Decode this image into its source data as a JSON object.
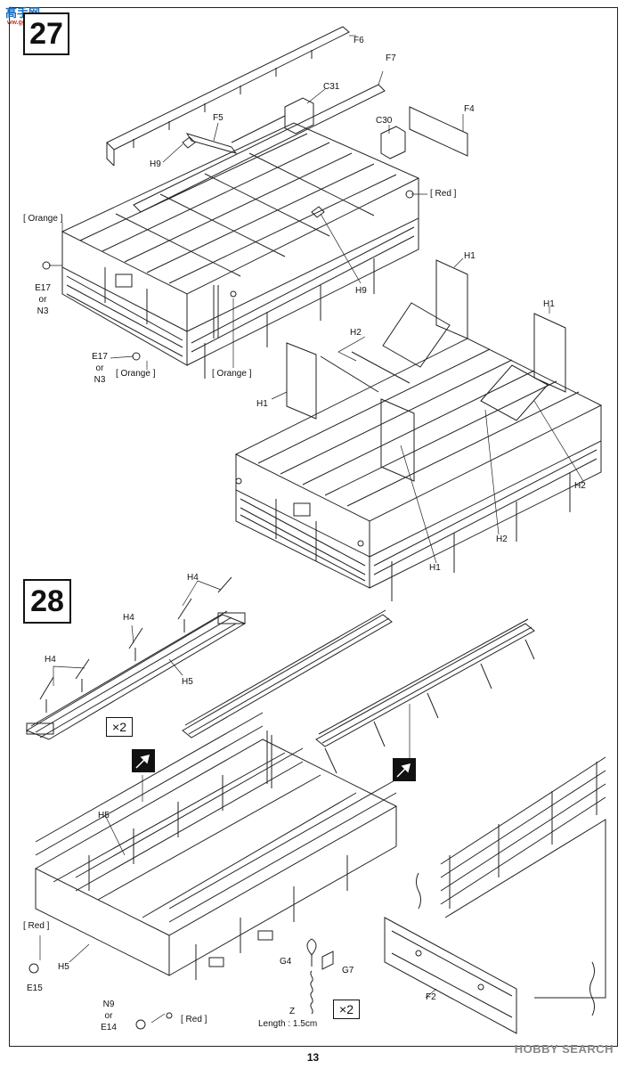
{
  "page": {
    "number": "13"
  },
  "logo": {
    "main": "高手网",
    "sub": "ww.ggshou.com"
  },
  "watermark": "HOBBY SEARCH",
  "step27": {
    "number": "27",
    "labels": {
      "f6": "F6",
      "f7": "F7",
      "c31": "C31",
      "f4": "F4",
      "f5": "F5",
      "c30": "C30",
      "h9_top": "H9",
      "red": "[ Red ]",
      "orange_top": "[ Orange ]",
      "e17_a": "E17",
      "or_a": "or",
      "n3_a": "N3",
      "e17_b": "E17",
      "or_b": "or",
      "n3_b": "N3",
      "orange_mid": "[ Orange ]",
      "orange_right": "[ Orange ]",
      "h9_bottom": "H9",
      "h1_a": "H1",
      "h1_b": "H1",
      "h1_c": "H1",
      "h1_d": "H1",
      "h2_a": "H2",
      "h2_b": "H2",
      "h2_c": "H2"
    }
  },
  "step28": {
    "number": "28",
    "labels": {
      "h4_a": "H4",
      "h4_b": "H4",
      "h4_c": "H4",
      "h5_top": "H5",
      "x2_a": "×2",
      "h5_mid": "H5",
      "h5_low": "H5",
      "red_left": "[ Red ]",
      "e15": "E15",
      "n9": "N9",
      "or": "or",
      "e14": "E14",
      "red_bottom": "[ Red ]",
      "g4": "G4",
      "g7": "G7",
      "z": "Z",
      "length": "Length : 1.5cm",
      "x2_b": "×2",
      "f2": "F2"
    }
  }
}
